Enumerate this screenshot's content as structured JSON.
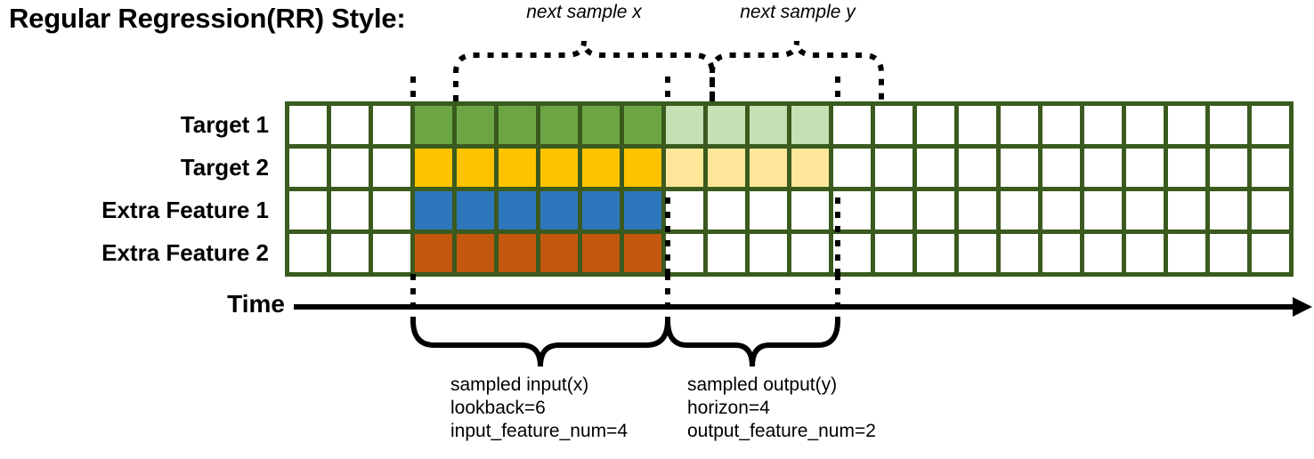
{
  "title": "Regular Regression(RR) Style:",
  "rows": [
    {
      "label": "Target 1",
      "kind": "target"
    },
    {
      "label": "Target 2",
      "kind": "target"
    },
    {
      "label": "Extra Feature 1",
      "kind": "feature"
    },
    {
      "label": "Extra Feature 2",
      "kind": "feature"
    }
  ],
  "grid": {
    "columns": 24,
    "lead_white_cols": 3,
    "input_cols": 6,
    "output_cols": 4,
    "trail_white_cols": 11,
    "border_color": "#3A5A1E",
    "empty_color": "#FFFFFF"
  },
  "colors": {
    "target1_input": "#6CA644",
    "target1_output": "#C5E0B4",
    "target2_input": "#FDC300",
    "target2_output": "#FFE699",
    "feature1_input": "#2E77BC",
    "feature2_input": "#C4570F",
    "grid_border": "#3A5A1E",
    "line": "#000000"
  },
  "top_braces": [
    {
      "label": "next sample x"
    },
    {
      "label": "next sample y"
    }
  ],
  "time_axis": {
    "label": "Time"
  },
  "bottom_braces": [
    {
      "lines": [
        "sampled input(x)",
        "lookback=6",
        "input_feature_num=4"
      ]
    },
    {
      "lines": [
        "sampled output(y)",
        "horizon=4",
        "output_feature_num=2"
      ]
    }
  ]
}
